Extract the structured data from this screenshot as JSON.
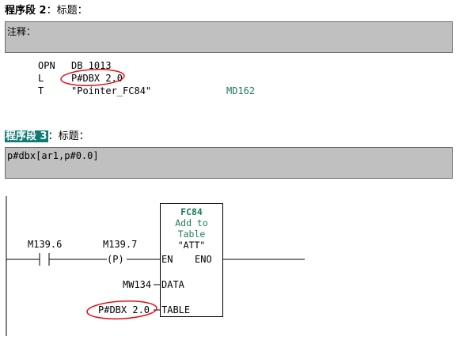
{
  "network2": {
    "header_prefix": "程序段",
    "header_number": " 2",
    "header_title": "：标题：",
    "comment": "注释：",
    "code": [
      {
        "op": "OPN",
        "operand": "DB  1013",
        "comment": ""
      },
      {
        "op": "L",
        "operand": "P#DBX 2.0",
        "comment": ""
      },
      {
        "op": "T",
        "operand": "\"Pointer_FC84\"",
        "comment": "MD162"
      }
    ]
  },
  "network3": {
    "header_prefix": "程序段",
    "header_number": " 3",
    "header_title": "：标题：",
    "comment": "p#dbx[ar1,p#0.0]",
    "contact_address": "M139.6",
    "coil_address": "M139.7",
    "coil_symbol": "(P)",
    "fb": {
      "name": "FC84",
      "desc_line1": "Add to",
      "desc_line2": "Table",
      "instance": "\"ATT\"",
      "en": "EN",
      "eno": "ENO",
      "data_pin": "DATA",
      "table_pin": "TABLE",
      "data_value": "MW134",
      "table_value": "P#DBX 2.0"
    }
  },
  "colors": {
    "highlight": "#0f7a73",
    "comment_bg": "#c0c0c0",
    "symbol_green": "#1b7d57",
    "annotation": "#e0101a"
  }
}
